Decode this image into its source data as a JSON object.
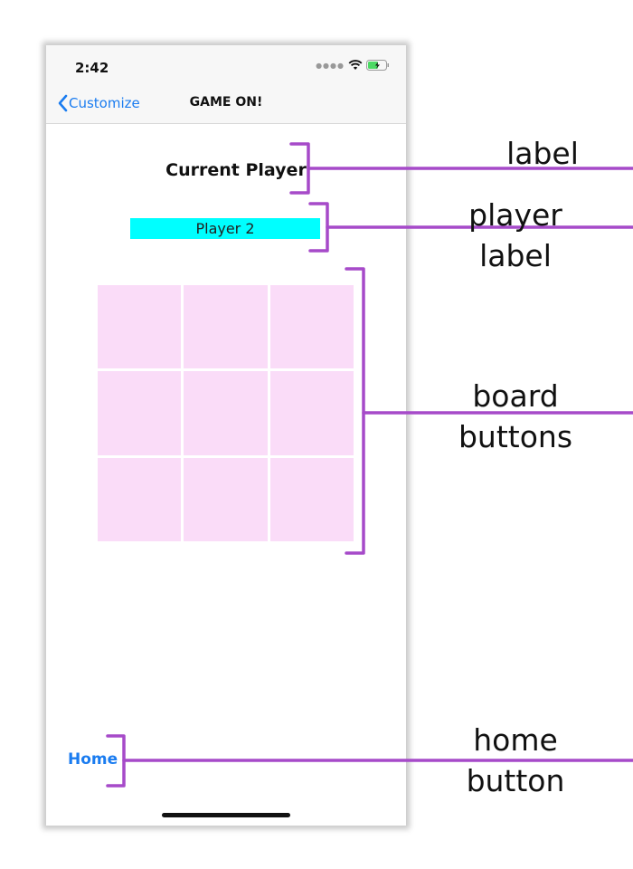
{
  "status_bar": {
    "time": "2:42"
  },
  "nav": {
    "back_label": "Customize",
    "title": "GAME ON!"
  },
  "game": {
    "current_player_label": "Current Player",
    "player_value": "Player 2",
    "board_cells": [
      "",
      "",
      "",
      "",
      "",
      "",
      "",
      "",
      ""
    ]
  },
  "footer": {
    "home_label": "Home"
  },
  "annotations": {
    "label": "label",
    "player_label_line1": "player",
    "player_label_line2": "label",
    "board_buttons_line1": "board",
    "board_buttons_line2": "buttons",
    "home_button_line1": "home",
    "home_button_line2": "button"
  },
  "colors": {
    "accent": "#1a7cf0",
    "player_label_bg": "#00ffff",
    "board_cell": "#fadcf8",
    "annotation_bracket": "#a64ac9"
  },
  "icons": [
    "chevron-left-icon",
    "wifi-icon",
    "battery-icon"
  ]
}
